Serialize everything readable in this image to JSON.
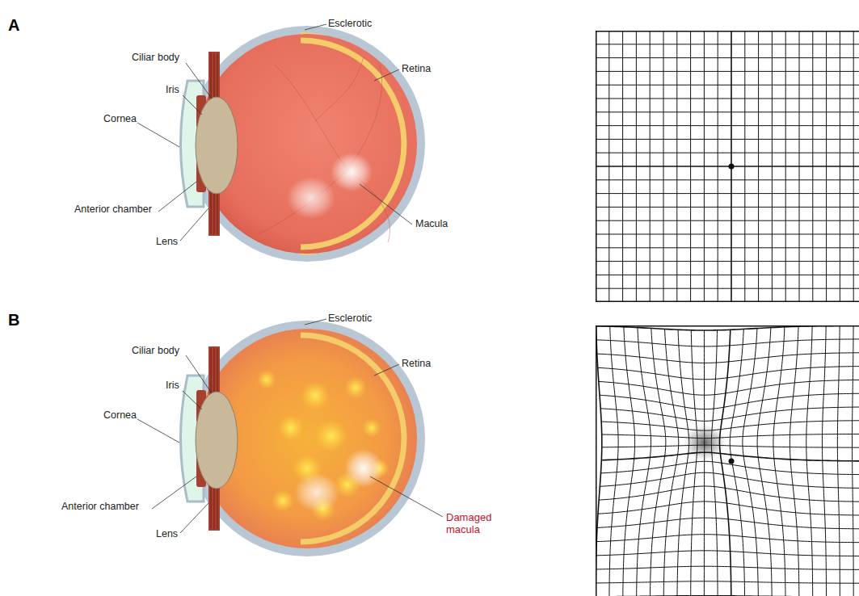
{
  "diagram": {
    "labels": [
      "A",
      "Esclerotic",
      "Ciliar body",
      "Retina",
      "Iris",
      "Cornea",
      "Anterior chamber",
      "Lens",
      "Macula",
      "B",
      "Esclerotic",
      "Ciliar body",
      "Retina",
      "Iris",
      "Cornea",
      "Anterior chamber",
      "Lens",
      "Damaged macula"
    ]
  }
}
